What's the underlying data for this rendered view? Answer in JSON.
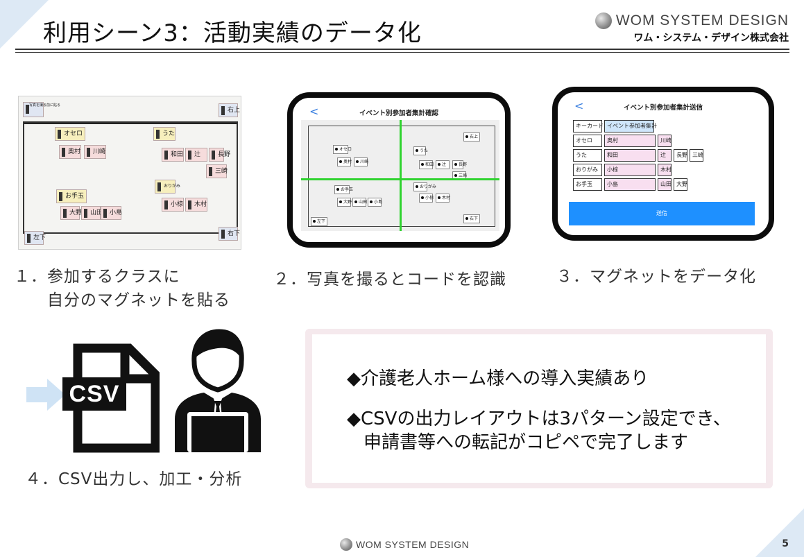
{
  "slide": {
    "title": "利用シーン3：活動実績のデータ化",
    "page_number": "5"
  },
  "logo": {
    "english": "WOM SYSTEM DESIGN",
    "japanese": "ワム・システム・デザイン株式会社"
  },
  "whiteboard": {
    "corner_labels": [
      "右上",
      "左下",
      "右下"
    ],
    "topleft_card": "写真を撮る前に貼る",
    "groups": [
      {
        "name": "オセロ",
        "members": [
          "奥村",
          "川崎"
        ]
      },
      {
        "name": "うた",
        "members": [
          "和田",
          "長野",
          "辻",
          "三崎"
        ]
      },
      {
        "name": "お手玉",
        "members": [
          "大野",
          "山田",
          "小島"
        ]
      },
      {
        "name": "おりがみ",
        "members": [
          "小椋",
          "木村"
        ]
      }
    ]
  },
  "tablet1": {
    "title": "イベント別参加者集計確認",
    "back": "<",
    "corners": [
      "右上",
      "左下",
      "右下"
    ]
  },
  "tablet2": {
    "title": "イベント別参加者集計送信",
    "back": "<",
    "header": {
      "key": "キーカード",
      "event": "イベント参加者集計"
    },
    "rows": [
      {
        "event": "オセロ",
        "members": [
          "奥村",
          "川崎"
        ]
      },
      {
        "event": "うた",
        "members": [
          "和田",
          "辻",
          "長野",
          "三崎"
        ]
      },
      {
        "event": "おりがみ",
        "members": [
          "小椋",
          "木村"
        ]
      },
      {
        "event": "お手玉",
        "members": [
          "小島",
          "山田",
          "大野"
        ]
      }
    ],
    "send_label": "送信"
  },
  "captions": {
    "step1_line1": "１．参加するクラスに",
    "step1_line2": "自分のマグネットを貼る",
    "step2": "２．写真を撮るとコードを認識",
    "step3": "３．マグネットをデータ化",
    "step4": "４．CSV出力し、加工・分析"
  },
  "icons": {
    "csv_label": "CSV"
  },
  "info": {
    "bullet1": "◆介護老人ホーム様への導入実績あり",
    "bullet2_line1": "◆CSVの出力レイアウトは3パターン設定でき、",
    "bullet2_line2": "申請書等への転記がコピペで完了します"
  },
  "footer": {
    "logo": "WOM SYSTEM DESIGN"
  }
}
